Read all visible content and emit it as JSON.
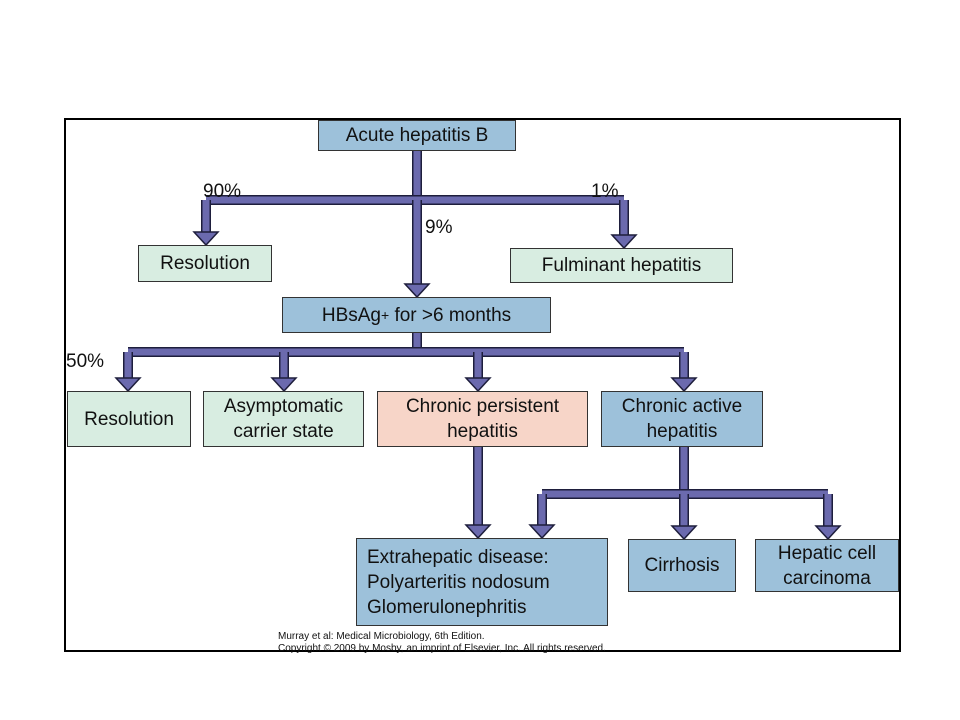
{
  "nodes": {
    "acute": "Acute hepatitis B",
    "resolution_top": "Resolution",
    "fulminant": "Fulminant hepatitis",
    "hbsag_prefix": "HBsAg",
    "hbsag_sup": "+",
    "hbsag_suffix": " for >6 months",
    "resolution_bottom": "Resolution",
    "carrier": "Asymptomatic\ncarrier state",
    "persistent": "Chronic persistent\nhepatitis",
    "active": "Chronic active\nhepatitis",
    "extrahepatic": "Extrahepatic disease:\nPolyarteritis nodosum\nGlomerulonephritis",
    "cirrhosis": "Cirrhosis",
    "carcinoma": "Hepatic cell\ncarcinoma"
  },
  "percentages": {
    "p90": "90%",
    "p9": "9%",
    "p1": "1%",
    "p50": "50%"
  },
  "credit": {
    "line1": "Murray et al: Medical Microbiology, 6th Edition.",
    "line2": "Copyright © 2009 by Mosby, an imprint of Elsevier, Inc. All rights reserved."
  },
  "colors": {
    "arrow": "#6b6aae",
    "arrow_outline": "#1e1e3c",
    "green_box": "#d8ede1",
    "blue_box": "#9dc1da",
    "pink_box": "#f7d5c8"
  }
}
